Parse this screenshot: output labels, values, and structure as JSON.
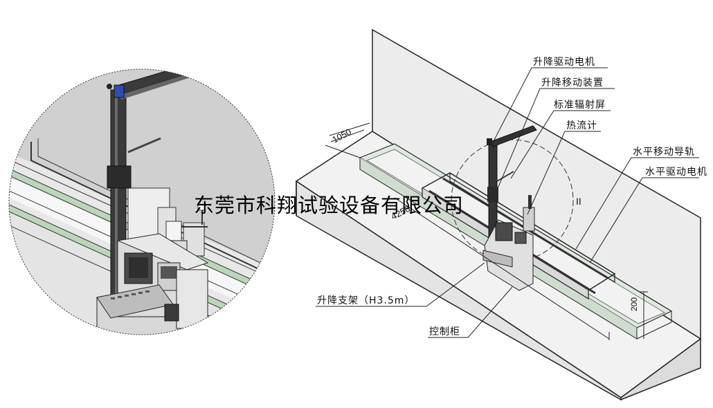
{
  "watermark": "东莞市科翔试验设备有限公司",
  "labels": {
    "lift_motor": "升降驱动电机",
    "lift_device": "升降移动装置",
    "radiation_screen": "标准辐射屏",
    "heat_flux_meter": "热流计",
    "horizontal_rail": "水平移动导轨",
    "horizontal_motor": "水平驱动电机",
    "lift_frame": "升降支架（H3.5m）",
    "control_cabinet": "控制柜"
  },
  "dimensions": {
    "width_1050": "1050",
    "length_4250": "4250",
    "height_200": "200",
    "section_mark": "II"
  },
  "colors": {
    "line": "#222222",
    "circle_fill": "#cfcfcf",
    "wall": "#ededed",
    "base": "#f2f2f2",
    "rail_green": "#c9dcc9",
    "cabinet": "#d9d9d9",
    "screen": "#4a4a4a",
    "motor_blue": "#2a4fb0"
  }
}
